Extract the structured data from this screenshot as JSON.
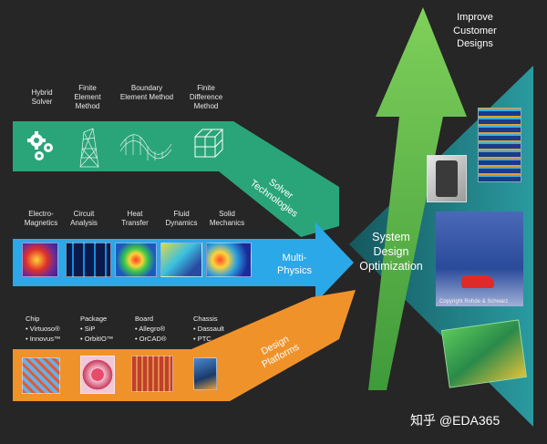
{
  "improve": "Improve\nCustomer\nDesigns",
  "center": "System\nDesign\nOptimization",
  "solver": {
    "title": "Solver\nTechnologies",
    "items": [
      {
        "label": "Hybrid\nSolver",
        "icon": "gears-icon"
      },
      {
        "label": "Finite\nElement\nMethod",
        "icon": "fem-mesh-icon"
      },
      {
        "label": "Boundary\nElement Method",
        "icon": "bem-mesh-icon"
      },
      {
        "label": "Finite\nDifference\nMethod",
        "icon": "fdm-grid-icon"
      }
    ]
  },
  "physics": {
    "title": "Multi-\nPhysics",
    "items": [
      {
        "label": "Electro-\nMagnetics"
      },
      {
        "label": "Circuit\nAnalysis"
      },
      {
        "label": "Heat\nTransfer"
      },
      {
        "label": "Fluid\nDynamics"
      },
      {
        "label": "Solid\nMechanics"
      }
    ]
  },
  "platforms": {
    "title": "Design\nPlatforms",
    "items": [
      {
        "label": "Chip",
        "bullets": [
          "• Virtuoso®",
          "• Innovus™"
        ]
      },
      {
        "label": "Package",
        "bullets": [
          "• SiP",
          "• OrbitIO™"
        ]
      },
      {
        "label": "Board",
        "bullets": [
          "• Allegro®",
          "• OrCAD®"
        ]
      },
      {
        "label": "Chassis",
        "bullets": [
          "• Dassault",
          "• PTC"
        ]
      }
    ]
  },
  "copyright": "Copyright Rohde & Schwarz",
  "watermark": "知乎 @EDA365",
  "colors": {
    "green": "#2aa57a",
    "blue": "#2aa8e8",
    "orange": "#f0922a",
    "teal": "#1f7f86",
    "arrow_green": "#6cc24a"
  }
}
